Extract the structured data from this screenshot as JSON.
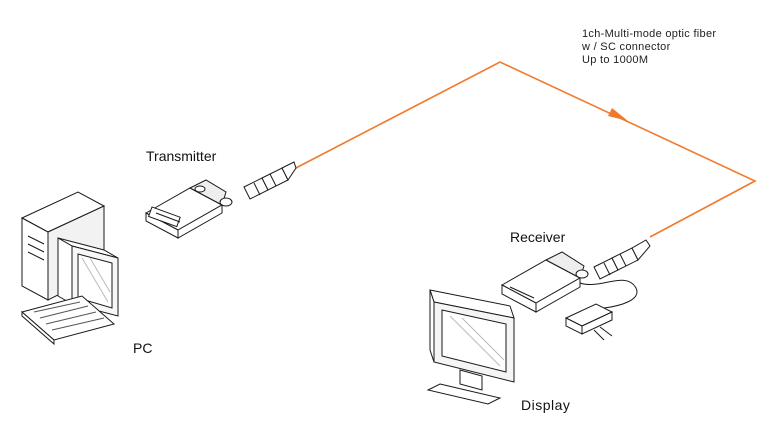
{
  "labels": {
    "fiber_lines": [
      "1ch-Multi-mode optic fiber",
      "w / SC connector",
      "Up to 1000M"
    ],
    "transmitter": "Transmitter",
    "receiver": "Receiver",
    "pc": "PC",
    "display": "Display"
  },
  "colors": {
    "fiber": "#f07a2e",
    "outline": "#1a1a1a"
  }
}
